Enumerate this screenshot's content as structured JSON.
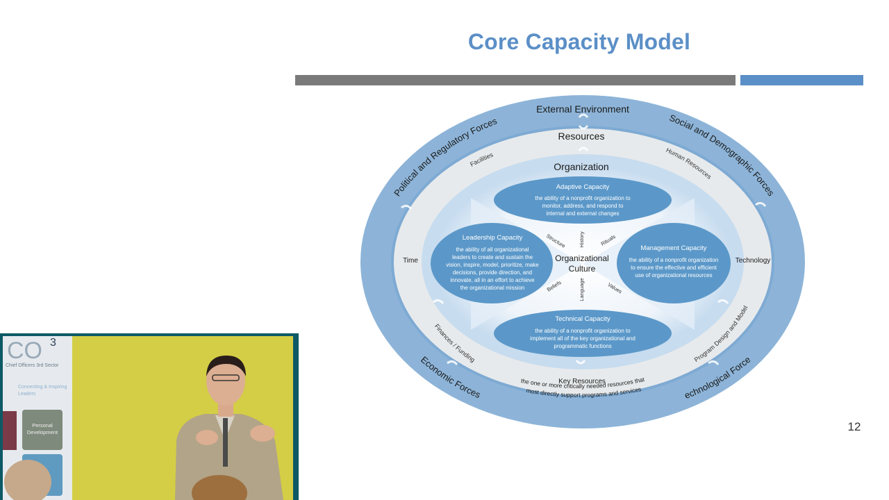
{
  "slide": {
    "title": "Core Capacity Model",
    "page_number": "12"
  },
  "diagram": {
    "outer_ring": {
      "top": "External Environment",
      "left_upper": "Political and Regulatory Forces",
      "right_upper": "Social and Demographic Forces",
      "left_lower": "Economic Forces",
      "right_lower": "Technological Forces"
    },
    "resources_ring": {
      "title": "Resources",
      "facilities": "Facilities",
      "human_resources": "Human Resources",
      "time": "Time",
      "technology": "Technology",
      "finances": "Finances / Funding",
      "program_design": "Program Design and Model",
      "key_resources_title": "Key Resources",
      "key_resources_desc_1": "the one or more critically needed resources that",
      "key_resources_desc_2": "most directly support programs and services"
    },
    "organization": "Organization",
    "adaptive": {
      "title": "Adaptive Capacity",
      "line1": "the ability of a nonprofit organization to",
      "line2": "monitor, address, and respond to",
      "line3": "internal and external changes"
    },
    "leadership": {
      "title": "Leadership Capacity",
      "line1": "the ability of all organizational",
      "line2": "leaders to create and sustain the",
      "line3": "vision, inspire, model, prioritize, make",
      "line4": "decisions, provide direction, and",
      "line5": "innovate, all in an effort to achieve",
      "line6": "the organizational mission"
    },
    "management": {
      "title": "Management Capacity",
      "line1": "the ability of a nonprofit organization",
      "line2": "to ensure the effective and efficient",
      "line3": "use of organizational resources"
    },
    "technical": {
      "title": "Technical Capacity",
      "line1": "the ability of a nonprofit organization to",
      "line2": "implement all of the key organizational and",
      "line3": "programmatic functions"
    },
    "culture": {
      "line1": "Organizational",
      "line2": "Culture",
      "structure": "Structure",
      "history": "History",
      "rituals": "Rituals",
      "beliefs": "Beliefs",
      "language": "Language",
      "values": "Values"
    }
  },
  "video": {
    "banner_logo": "CO",
    "banner_sup": "3",
    "banner_line1": "Chief Officers 3rd Sector",
    "banner_line2": "Connecting & Inspiring",
    "banner_line3": "Leaders",
    "tile_label_1": "Personal",
    "tile_label_2": "Development"
  },
  "colors": {
    "title": "#5b8fc7",
    "outer_ring": "#8db4d8",
    "resources_ring": "#e7eaec",
    "organization": "#c7dcef",
    "capacity_ellipse": "#5b98c9",
    "gray_bar": "#7a7a7a",
    "blue_bar": "#5b8fc7"
  }
}
